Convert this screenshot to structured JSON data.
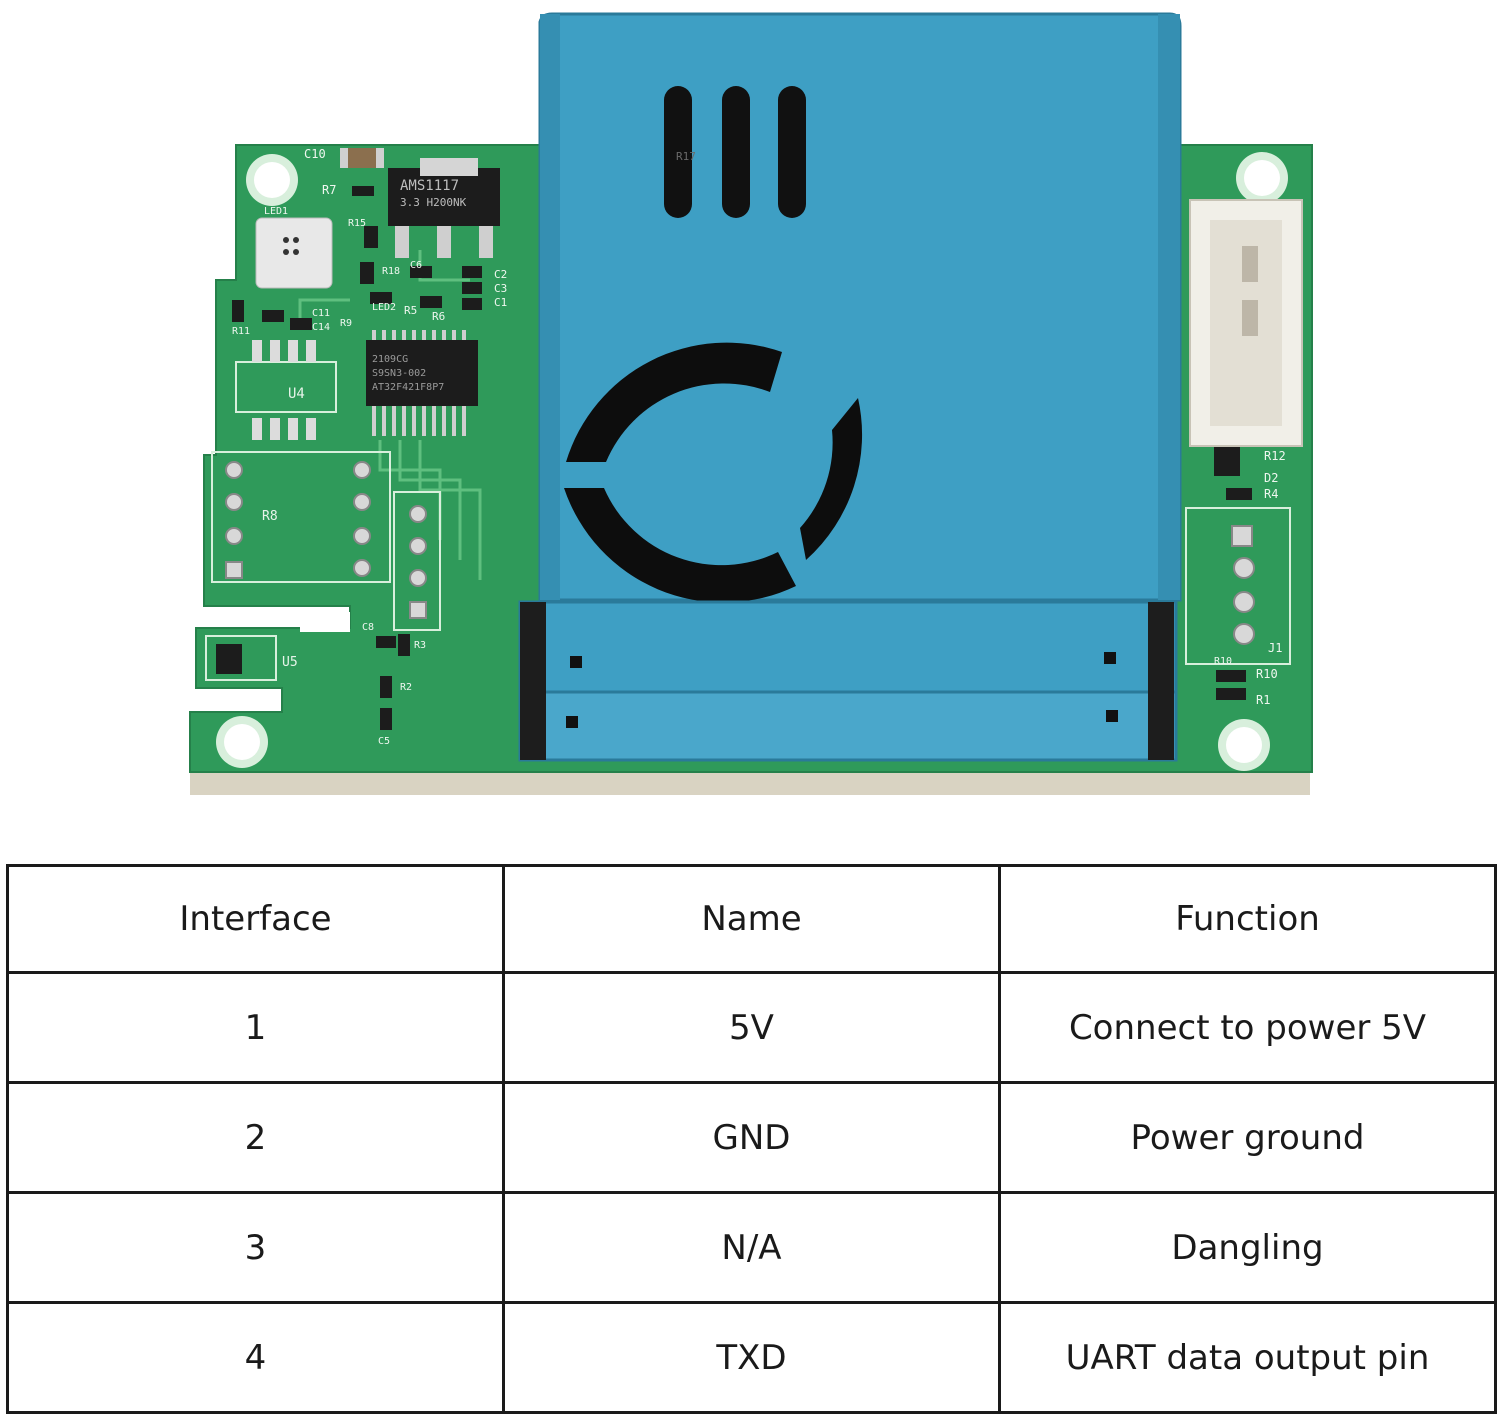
{
  "photo": {
    "board_color": "#2f9a5a",
    "shield_color": "#3e9fc4",
    "silkscreen": {
      "c10": "C10",
      "r7": "R7",
      "ams": "AMS1117",
      "ams_sub": "3.3 H200NK",
      "led1": "LED1",
      "r15": "R15",
      "r18": "R18",
      "c6": "C6",
      "c2": "C2",
      "c3": "C3",
      "c1": "C1",
      "led2": "LED2",
      "r5": "R5",
      "r6": "R6",
      "c11": "C11",
      "c14": "C14",
      "r9": "R9",
      "r11": "R11",
      "u4": "U4",
      "r8": "R8",
      "c8": "C8",
      "r3": "R3",
      "u5": "U5",
      "r2": "R2",
      "c5": "C5",
      "r12": "R12",
      "d2": "D2",
      "r4": "R4",
      "j1": "J1",
      "r10": "R10",
      "r1": "R1",
      "chip1": "AT32F421F8P7",
      "chip2": "S9SN3-002",
      "chip3": "2109CG",
      "r17": "R17"
    }
  },
  "table": {
    "headers": [
      "Interface",
      "Name",
      "Function"
    ],
    "rows": [
      [
        "1",
        "5V",
        "Connect to power 5V"
      ],
      [
        "2",
        "GND",
        "Power ground"
      ],
      [
        "3",
        "N/A",
        "Dangling"
      ],
      [
        "4",
        "TXD",
        "UART data output pin"
      ]
    ]
  }
}
